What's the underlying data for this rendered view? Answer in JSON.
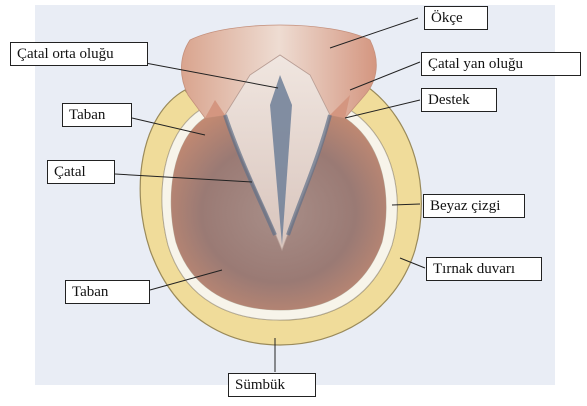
{
  "labels": {
    "okce": "Ökçe",
    "catal_orta_olugu": "Çatal orta oluğu",
    "catal_yan_olugu": "Çatal yan oluğu",
    "destek": "Destek",
    "taban_upper": "Taban",
    "catal": "Çatal",
    "beyaz_cizgi": "Beyaz çizgi",
    "tirnak_duvari": "Tırnak duvarı",
    "taban_lower": "Taban",
    "sumbuk": "Sümbük"
  },
  "colors": {
    "background_panel": "#e9edf5",
    "wall": "#f0dc9a",
    "white_line": "#f7f4ea",
    "sole": "#b08a7c",
    "frog": "#e8d8d0",
    "heel": "#d6a795"
  }
}
